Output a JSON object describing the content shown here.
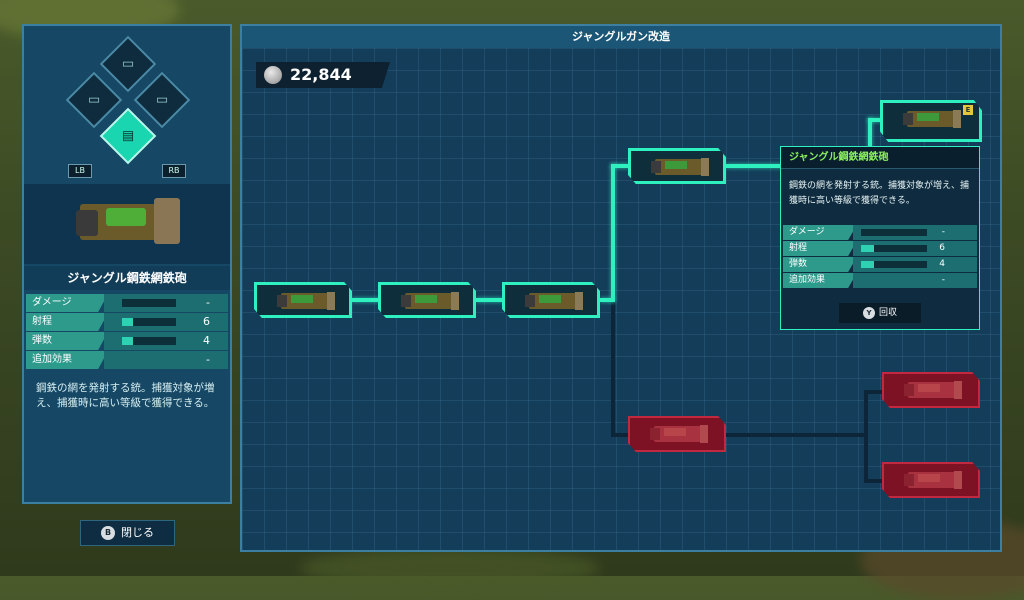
{
  "left_panel": {
    "weapon_selector": {
      "lb_label": "LB",
      "rb_label": "RB",
      "slots": [
        {
          "icon": "rifle-icon",
          "active": false
        },
        {
          "icon": "rifle-icon",
          "active": false
        },
        {
          "icon": "rifle-icon",
          "active": false
        },
        {
          "icon": "jungle-gun-icon",
          "active": true
        }
      ]
    },
    "weapon_name": "ジャングル鋼鉄網鉄砲",
    "stats": [
      {
        "label": "ダメージ",
        "value": "-",
        "fill": 0
      },
      {
        "label": "射程",
        "value": "6",
        "fill": 0.2
      },
      {
        "label": "弾数",
        "value": "4",
        "fill": 0.2
      },
      {
        "label": "追加効果",
        "value": "-",
        "fill": null
      }
    ],
    "description": "鋼鉄の網を発射する銃。捕獲対象が増え、捕獲時に高い等級で獲得できる。",
    "close_key": "B",
    "close_label": "閉じる"
  },
  "main_panel": {
    "title": "ジャングルガン改造",
    "currency_amount": "22,844",
    "equipped_badge": "E"
  },
  "tooltip": {
    "title": "ジャングル鋼鉄網鉄砲",
    "description": "鋼鉄の網を発射する銃。捕獲対象が増え、捕獲時に高い等級で獲得できる。",
    "stats": [
      {
        "label": "ダメージ",
        "value": "-",
        "fill": 0
      },
      {
        "label": "射程",
        "value": "6",
        "fill": 0.2
      },
      {
        "label": "弾数",
        "value": "4",
        "fill": 0.2
      },
      {
        "label": "追加効果",
        "value": "-",
        "fill": null
      }
    ],
    "recycle_key": "Y",
    "recycle_label": "回収"
  },
  "colors": {
    "unlocked_node": "#2ff0bf",
    "locked_node": "#c2283f",
    "tooltip_title": "#8bf060"
  }
}
